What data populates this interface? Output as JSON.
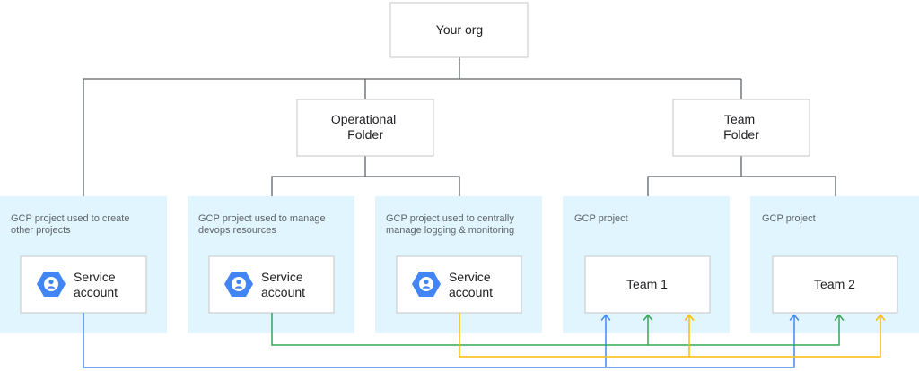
{
  "org": {
    "label": "Your org"
  },
  "folders": [
    {
      "id": "operational",
      "lines": [
        "Operational",
        "Folder"
      ]
    },
    {
      "id": "team",
      "lines": [
        "Team",
        "Folder"
      ]
    }
  ],
  "projects": [
    {
      "id": "create",
      "desc": [
        "GCP project used to create",
        "other projects"
      ],
      "inner": {
        "kind": "service-account",
        "lines": [
          "Service",
          "account"
        ]
      }
    },
    {
      "id": "devops",
      "desc": [
        "GCP project used to manage",
        "devops resources"
      ],
      "inner": {
        "kind": "service-account",
        "lines": [
          "Service",
          "account"
        ]
      }
    },
    {
      "id": "logging",
      "desc": [
        "GCP project used to centrally",
        "manage logging & monitoring"
      ],
      "inner": {
        "kind": "service-account",
        "lines": [
          "Service",
          "account"
        ]
      }
    },
    {
      "id": "team1",
      "desc": [
        "GCP project"
      ],
      "inner": {
        "kind": "team",
        "lines": [
          "Team 1"
        ]
      }
    },
    {
      "id": "team2",
      "desc": [
        "GCP project"
      ],
      "inner": {
        "kind": "team",
        "lines": [
          "Team 2"
        ]
      }
    }
  ],
  "icons": {
    "service_account": "service-account-hexagon-icon"
  },
  "colors": {
    "project_bg": "#e1f5fe",
    "box_border": "#c6c6c6",
    "tree_line": "#5f6368",
    "icon_hex": "#4285f4",
    "link_blue": "#4285f4",
    "link_green": "#34a853",
    "link_yellow": "#fbbc04"
  }
}
